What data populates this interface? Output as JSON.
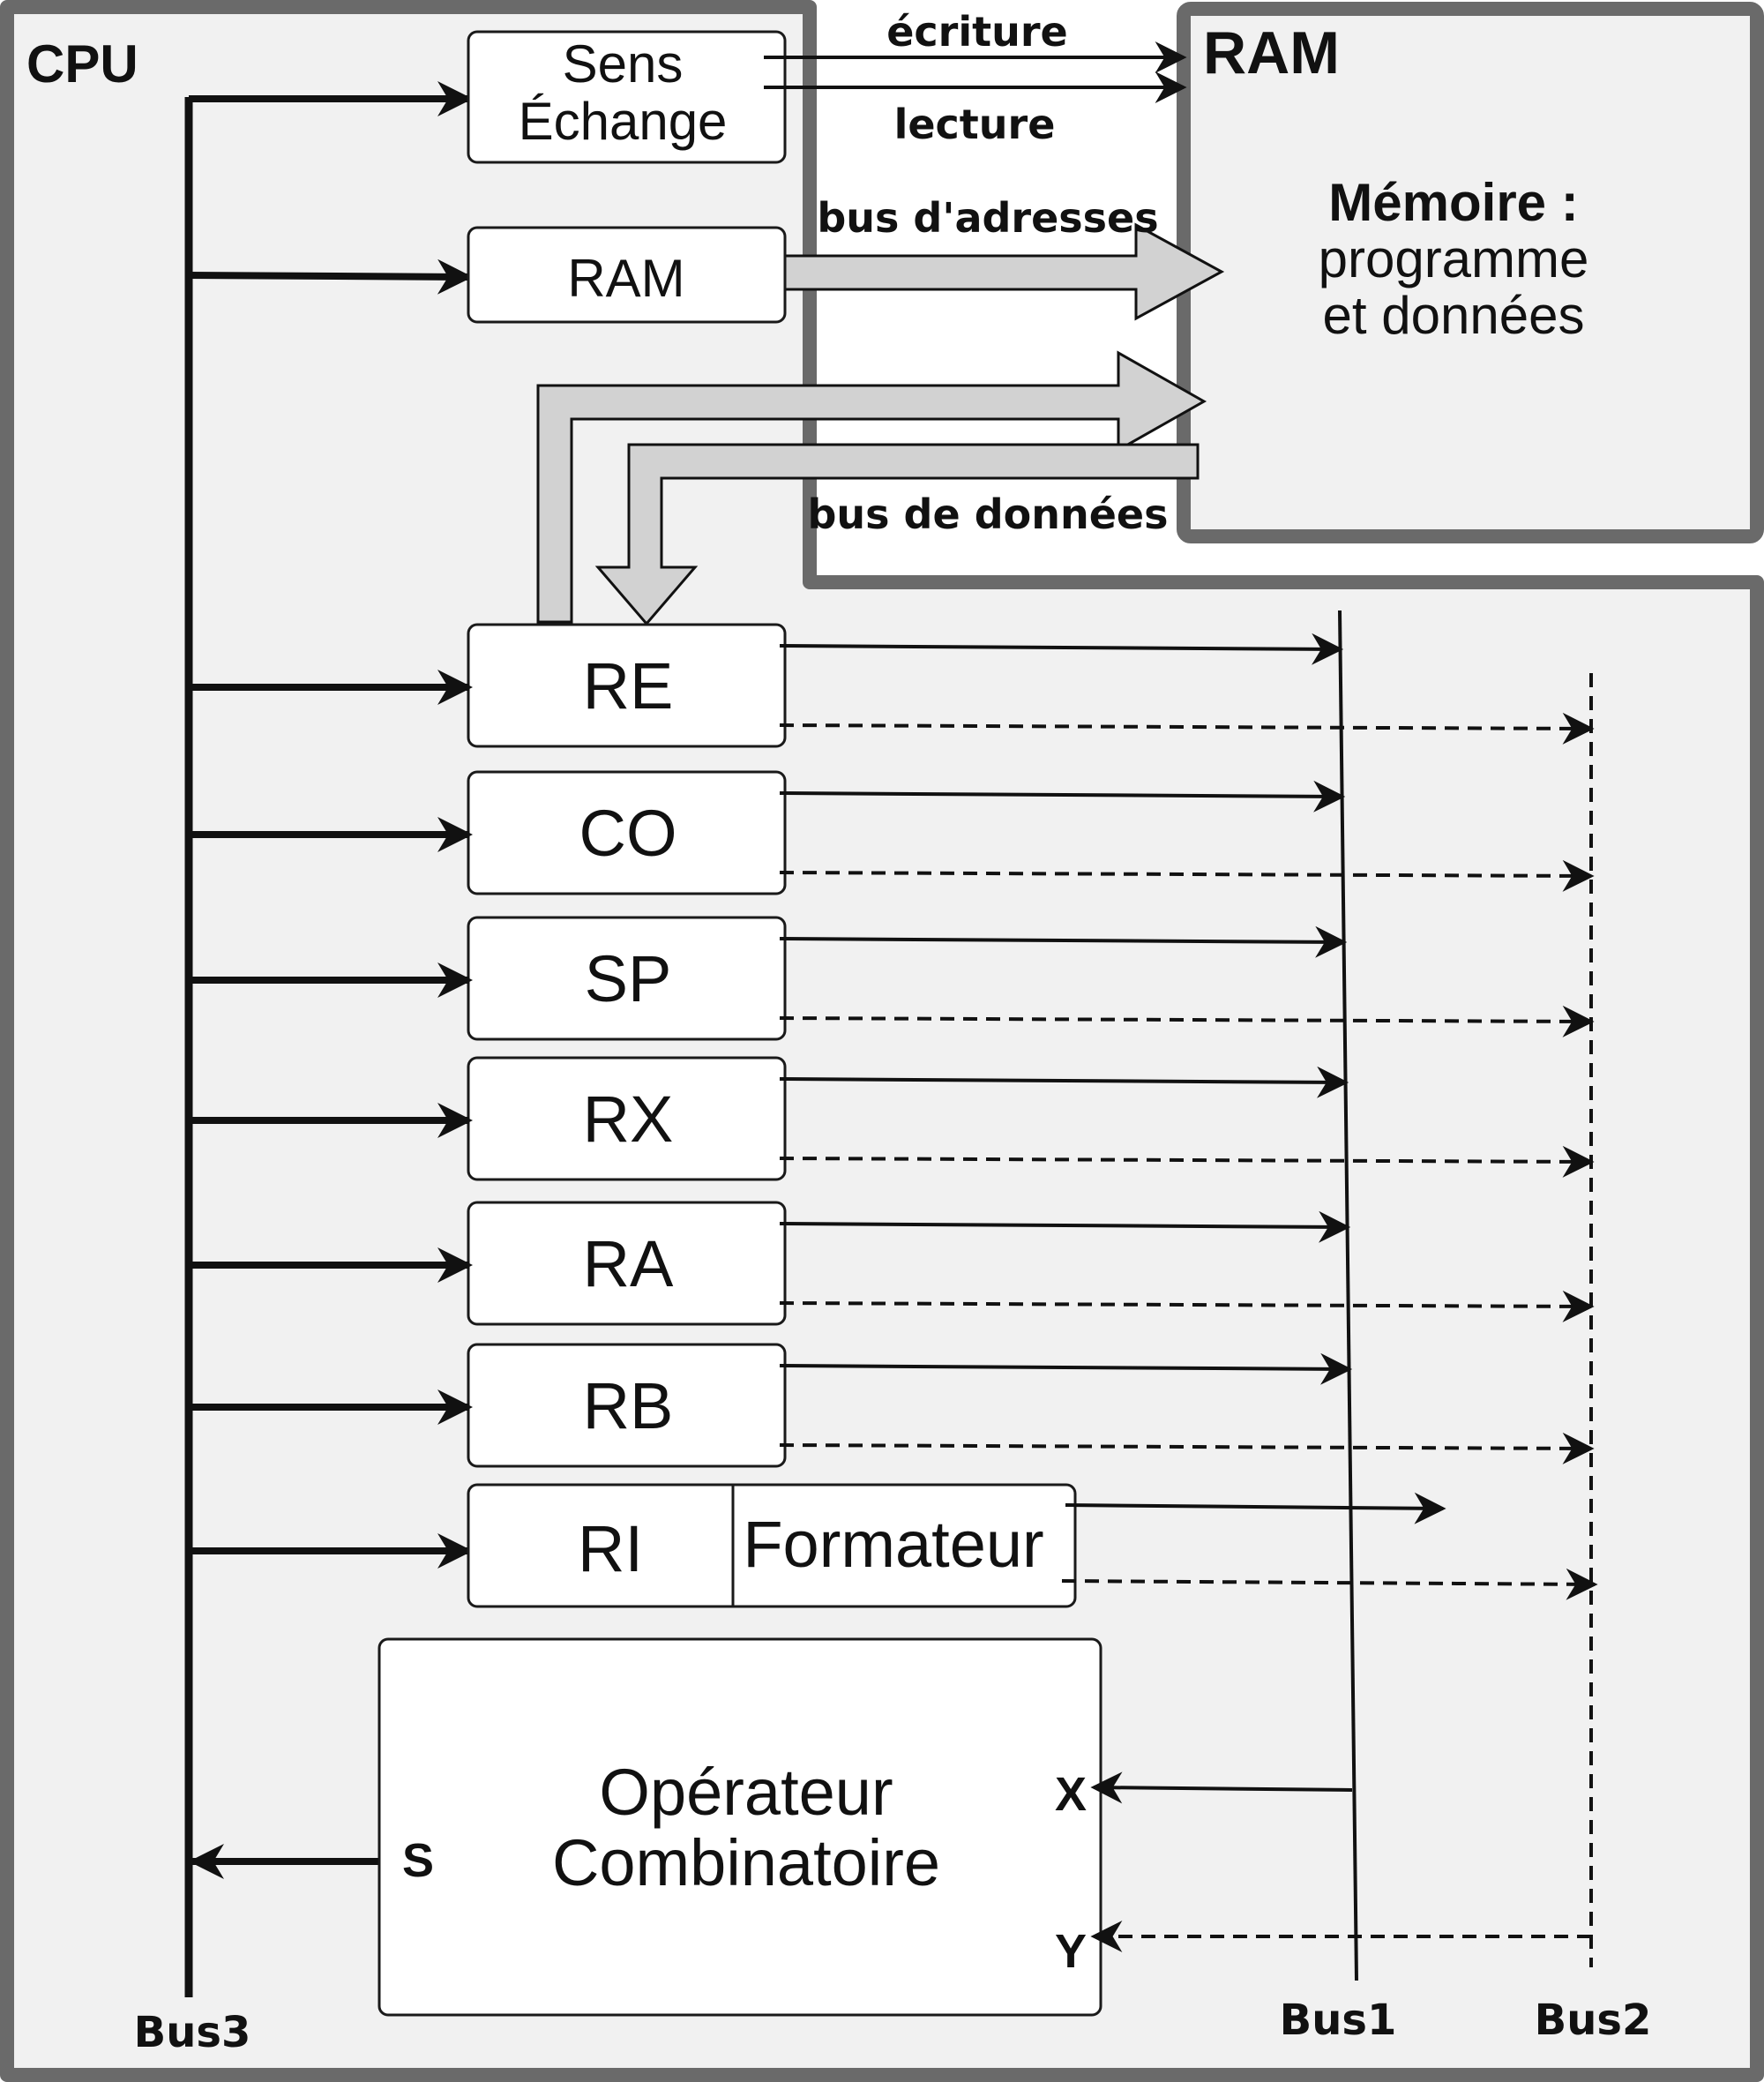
{
  "cpu": {
    "label": "CPU",
    "bus3_label": "Bus3",
    "bus1_label": "Bus1",
    "bus2_label": "Bus2"
  },
  "ram": {
    "label": "RAM",
    "memory_line1": "Mémoire :",
    "memory_line2": "programme",
    "memory_line3": "et données"
  },
  "signals": {
    "write": "écriture",
    "read": "lecture",
    "address_bus": "bus d'adresses",
    "data_bus": "bus de données"
  },
  "blocks": {
    "sens_line1": "Sens",
    "sens_line2": "Échange",
    "ram_register": "RAM",
    "ri": "RI",
    "formateur": "Formateur"
  },
  "registers": [
    "RE",
    "CO",
    "SP",
    "RX",
    "RA",
    "RB"
  ],
  "operator": {
    "line1": "Opérateur",
    "line2": "Combinatoire",
    "input_x": "X",
    "input_y": "Y",
    "output_s": "S"
  },
  "colors": {
    "panel": "#f1f1f1",
    "panel_border": "#6a6a6a",
    "wide_bus": "#d2d2d2"
  }
}
